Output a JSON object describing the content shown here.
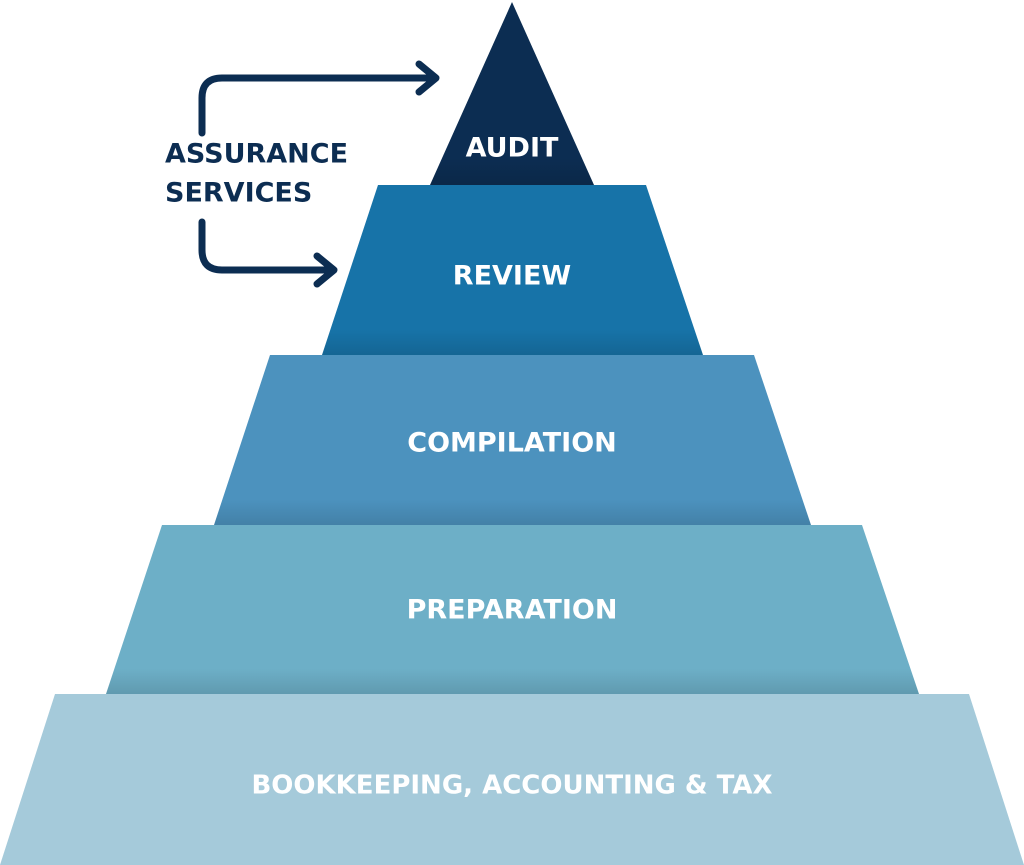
{
  "pyramid": {
    "tiers": [
      {
        "label": "AUDIT",
        "color": "#0c2d52"
      },
      {
        "label": "REVIEW",
        "color": "#1773a8"
      },
      {
        "label": "COMPILATION",
        "color": "#4c92be"
      },
      {
        "label": "PREPARATION",
        "color": "#6dafc7"
      },
      {
        "label": "BOOKKEEPING, ACCOUNTING & TAX",
        "color": "#a5cada"
      }
    ]
  },
  "bracket": {
    "line1": "ASSURANCE",
    "line2": "SERVICES",
    "color": "#0c2d52"
  }
}
